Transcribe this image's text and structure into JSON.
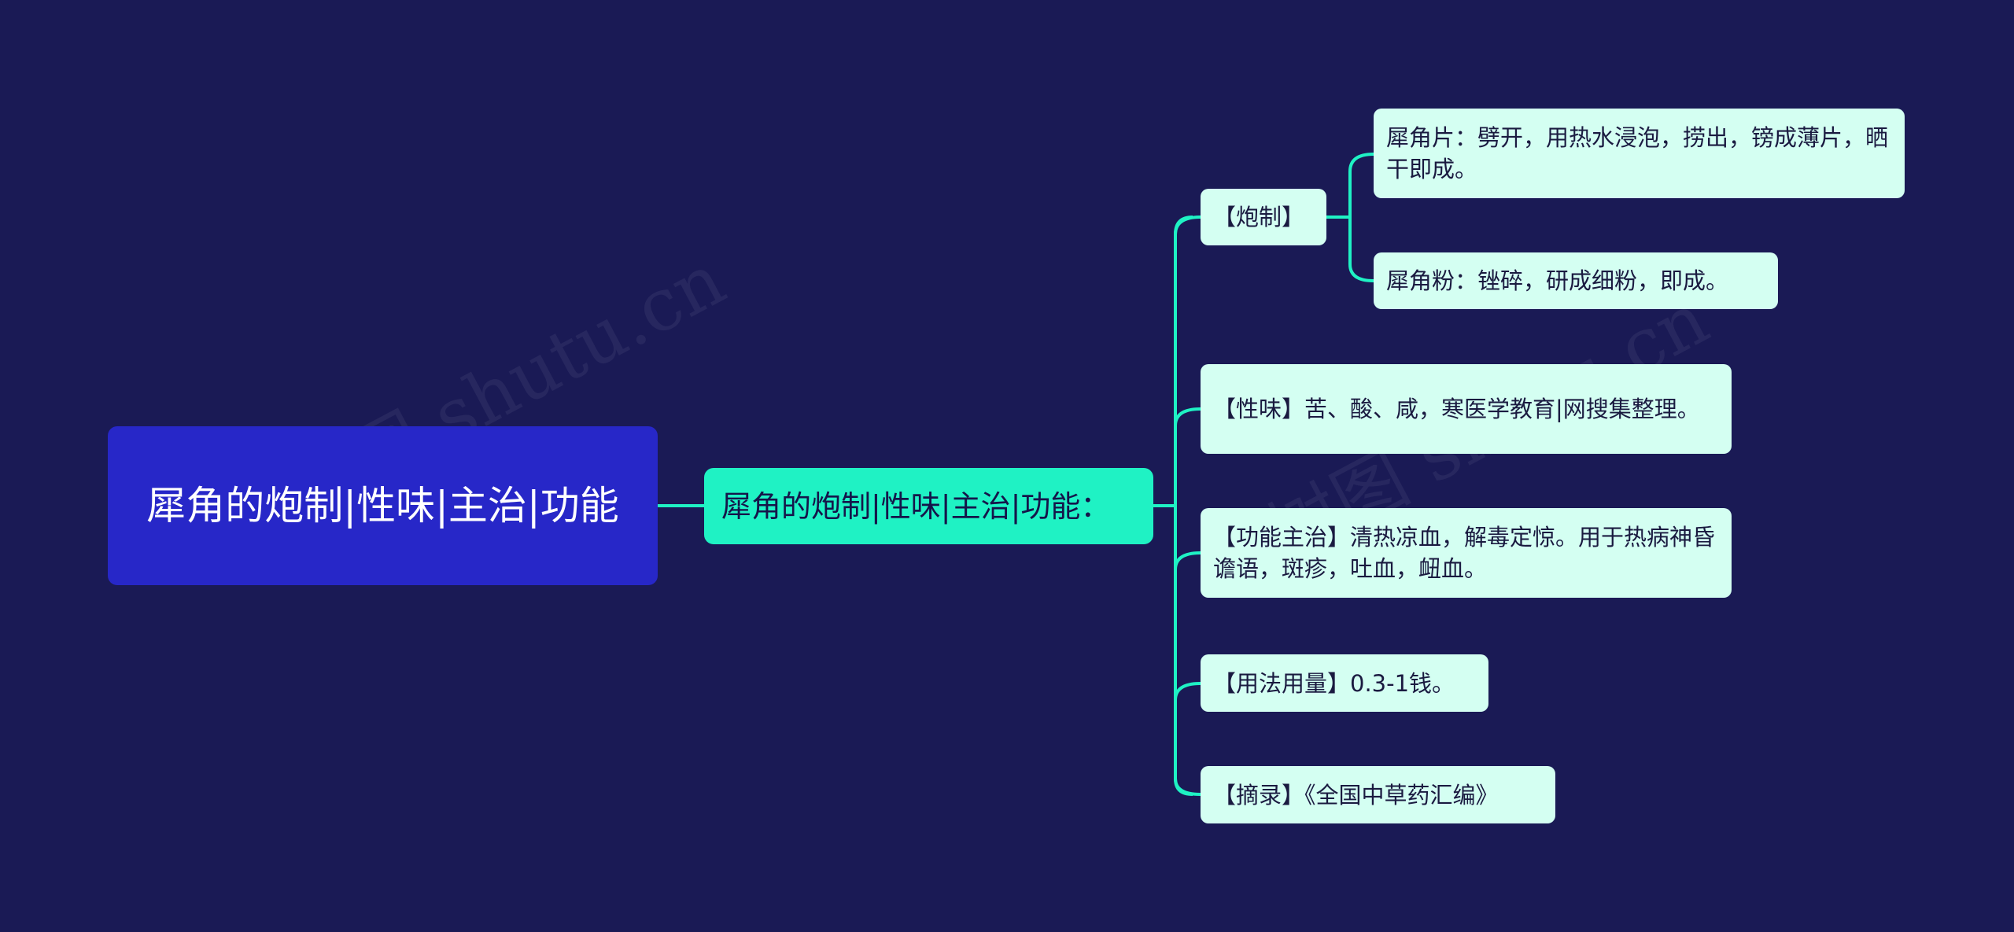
{
  "root": {
    "title": "犀角的炮制|性味|主治|功能"
  },
  "center": {
    "title": "犀角的炮制|性味|主治|功能："
  },
  "branches": {
    "processing": {
      "label": "【炮制】",
      "children": [
        "犀角片：劈开，用热水浸泡，捞出，镑成薄片，晒干即成。",
        "犀角粉：锉碎，研成细粉，即成。"
      ]
    },
    "nature": "【性味】苦、酸、咸，寒医学教育|网搜集整理。",
    "function": "【功能主治】清热凉血，解毒定惊。用于热病神昏谵语，斑疹，吐血，衄血。",
    "dosage": "【用法用量】0.3-1钱。",
    "excerpt": "【摘录】《全国中草药汇编》"
  },
  "watermark": {
    "text": "树图 shutu.cn"
  },
  "colors": {
    "background": "#1a1a55",
    "root": "#2727c8",
    "center": "#1ff2c4",
    "leaf": "#d4fff2",
    "line": "#1ff2c4"
  }
}
